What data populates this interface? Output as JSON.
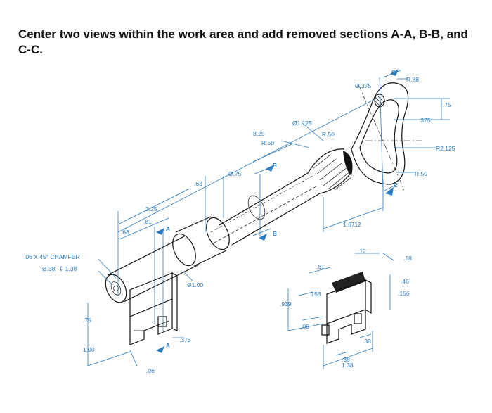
{
  "instruction": "Center two views within the work area and add removed sections A-A, B-B, and C-C.",
  "labels": {
    "dia_375": "Ø.375",
    "c_top": "C",
    "r_88": "R.88",
    "d_75": ".75",
    "d_375_right": ".375",
    "r_2125": "R2.125",
    "r_50_right": "R.50",
    "c_bottom": "C",
    "dia_1125": "Ø1.125",
    "r_50_mid": "R.50",
    "d_825": "8.25",
    "r_50_left": "R.50",
    "b_top": "B",
    "dia_75": "Ø.75",
    "d_63": ".63",
    "b_bottom": "B",
    "d_16712": "1.6712",
    "d_225": "2.25",
    "d_81_left": ".81",
    "d_68": ".68",
    "a_top": "A",
    "chamfer": ".06 X 45° CHAMFER",
    "drill": "Ø.38, ↧ 1.38",
    "dia_100": "Ø1.00",
    "d_75_left": ".75",
    "d_375_bottom": ".375",
    "a_bottom": "A",
    "d_100": "1.00",
    "d_06_left": ".06",
    "d_12": ".12",
    "d_18": ".18",
    "d_81_right": ".81",
    "d_46": ".46",
    "d_156_right": ".156",
    "d_156": ".156",
    "d_939": ".939",
    "d_06_right": ".06",
    "d_38_right": ".38",
    "d_38_bottom": ".38",
    "d_138": "1.38"
  }
}
